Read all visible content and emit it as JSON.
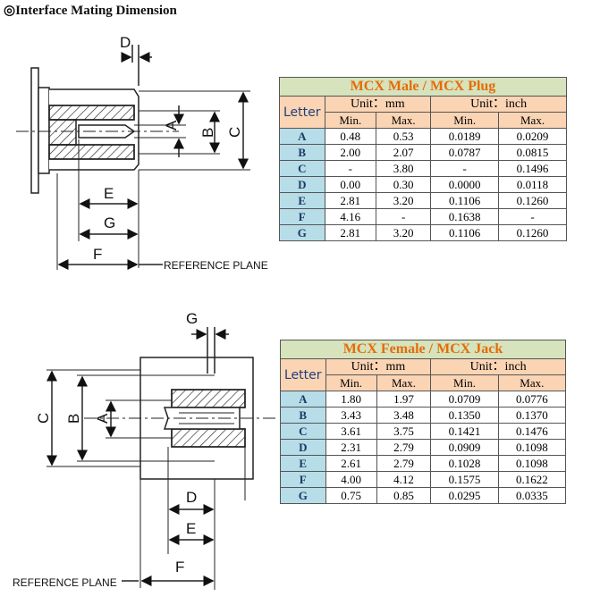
{
  "page_title": "◎Interface Mating Dimension",
  "male_diagram": {
    "labels": {
      "D": "D",
      "A": "A",
      "B": "B",
      "C": "C",
      "E": "E",
      "G": "G",
      "F": "F"
    },
    "reference_plane": "REFERENCE PLANE"
  },
  "female_diagram": {
    "labels": {
      "G": "G",
      "C": "C",
      "B": "B",
      "A": "A",
      "D": "D",
      "E": "E",
      "F": "F"
    },
    "reference_plane": "REFERENCE PLANE"
  },
  "male_table": {
    "title": "MCX Male / MCX Plug",
    "letter_header": "Letter",
    "unit_mm": "Unit：mm",
    "unit_inch": "Unit：inch",
    "min": "Min.",
    "max": "Max.",
    "rows": [
      {
        "letter": "A",
        "mm_min": "0.48",
        "mm_max": "0.53",
        "in_min": "0.0189",
        "in_max": "0.0209"
      },
      {
        "letter": "B",
        "mm_min": "2.00",
        "mm_max": "2.07",
        "in_min": "0.0787",
        "in_max": "0.0815"
      },
      {
        "letter": "C",
        "mm_min": "-",
        "mm_max": "3.80",
        "in_min": "-",
        "in_max": "0.1496"
      },
      {
        "letter": "D",
        "mm_min": "0.00",
        "mm_max": "0.30",
        "in_min": "0.0000",
        "in_max": "0.0118"
      },
      {
        "letter": "E",
        "mm_min": "2.81",
        "mm_max": "3.20",
        "in_min": "0.1106",
        "in_max": "0.1260"
      },
      {
        "letter": "F",
        "mm_min": "4.16",
        "mm_max": "-",
        "in_min": "0.1638",
        "in_max": "-"
      },
      {
        "letter": "G",
        "mm_min": "2.81",
        "mm_max": "3.20",
        "in_min": "0.1106",
        "in_max": "0.1260"
      }
    ]
  },
  "female_table": {
    "title": "MCX Female / MCX Jack",
    "letter_header": "Letter",
    "unit_mm": "Unit：mm",
    "unit_inch": "Unit：inch",
    "min": "Min.",
    "max": "Max.",
    "rows": [
      {
        "letter": "A",
        "mm_min": "1.80",
        "mm_max": "1.97",
        "in_min": "0.0709",
        "in_max": "0.0776"
      },
      {
        "letter": "B",
        "mm_min": "3.43",
        "mm_max": "3.48",
        "in_min": "0.1350",
        "in_max": "0.1370"
      },
      {
        "letter": "C",
        "mm_min": "3.61",
        "mm_max": "3.75",
        "in_min": "0.1421",
        "in_max": "0.1476"
      },
      {
        "letter": "D",
        "mm_min": "2.31",
        "mm_max": "2.79",
        "in_min": "0.0909",
        "in_max": "0.1098"
      },
      {
        "letter": "E",
        "mm_min": "2.61",
        "mm_max": "2.79",
        "in_min": "0.1028",
        "in_max": "0.1098"
      },
      {
        "letter": "F",
        "mm_min": "4.00",
        "mm_max": "4.12",
        "in_min": "0.1575",
        "in_max": "0.1622"
      },
      {
        "letter": "G",
        "mm_min": "0.75",
        "mm_max": "0.85",
        "in_min": "0.0295",
        "in_max": "0.0335"
      }
    ]
  }
}
